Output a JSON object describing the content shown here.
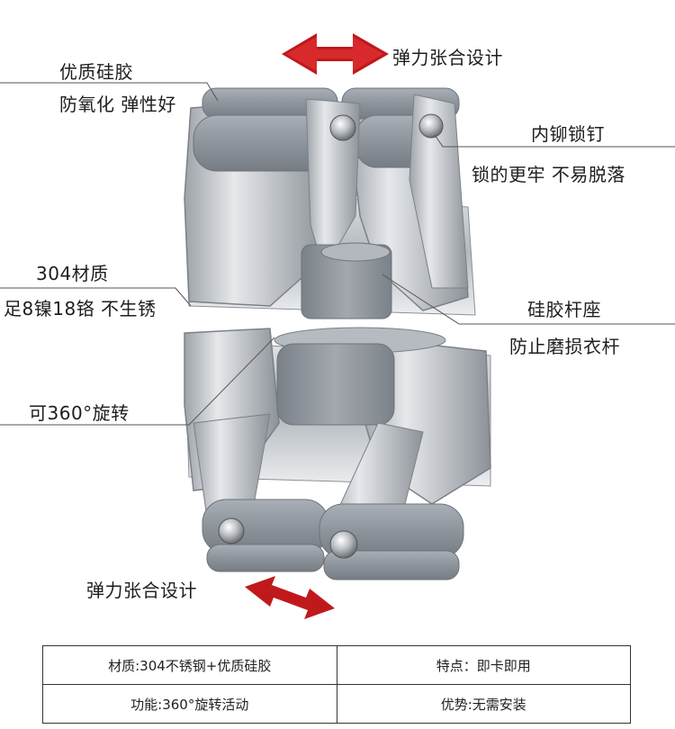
{
  "annotations": {
    "top_arrow_label": "弹力张合设计",
    "silicone_title": "优质硅胶",
    "silicone_desc": "防氧化 弹性好",
    "rivet_title": "内铆锁钉",
    "rivet_desc": "锁的更牢 不易脱落",
    "steel_title": "304材质",
    "steel_desc": "足8镍18铬 不生锈",
    "seat_title": "硅胶杆座",
    "seat_desc": "防止磨损衣杆",
    "rotate_label": "可360°旋转",
    "bottom_arrow_label": "弹力张合设计"
  },
  "specs": {
    "rows": [
      [
        "材质:304不锈钢+优质硅胶",
        "特点：即卡即用"
      ],
      [
        "功能:360°旋转活动",
        "优势:无需安装"
      ]
    ]
  },
  "colors": {
    "arrow": "#c0191c",
    "leader_line": "#555555",
    "steel": "#c9ccd1",
    "silicone": "#8f969e"
  }
}
